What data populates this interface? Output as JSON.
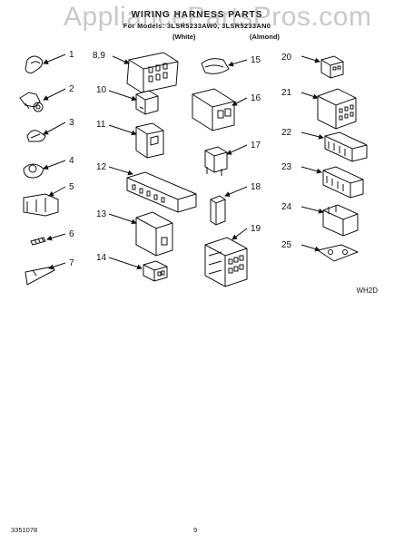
{
  "header": {
    "title": "WIRING HARNESS PARTS",
    "models": "For Models: 3LSR5233AW0, 3LSR5233AN0",
    "variant_white": "(White)",
    "variant_almond": "(Almond)"
  },
  "watermark": "AppliancePartsPros.com",
  "diagram": {
    "code": "WH2D",
    "callouts": [
      "1",
      "2",
      "3",
      "4",
      "5",
      "6",
      "7",
      "8,9",
      "10",
      "11",
      "12",
      "13",
      "14",
      "15",
      "16",
      "17",
      "18",
      "19",
      "20",
      "21",
      "22",
      "23",
      "24",
      "25"
    ]
  },
  "footer": {
    "part_number": "3351078",
    "page": "9"
  }
}
